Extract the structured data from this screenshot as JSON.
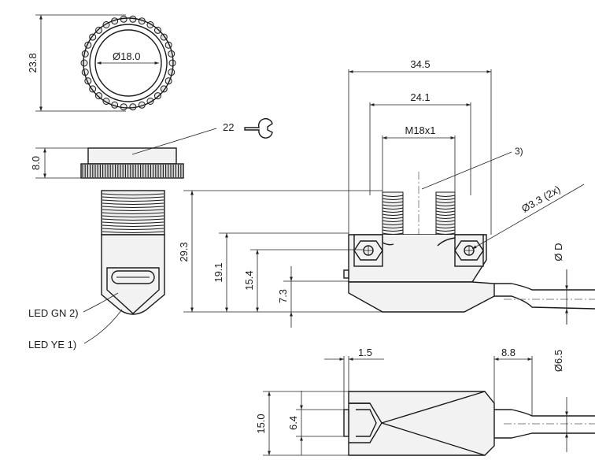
{
  "dimensions": {
    "d_23_8": "23.8",
    "d_18_0": "18.0",
    "d_8_0": "8.0",
    "d_34_5": "34.5",
    "d_24_1": "24.1",
    "d_m18": "M18x1",
    "d_29_3": "29.3",
    "d_19_1": "19.1",
    "d_15_4": "15.4",
    "d_7_3": "7.3",
    "d_3_3": "3.3",
    "d_2x": "(2x)",
    "d_D": "D",
    "d_1_5": "1.5",
    "d_8_8": "8.8",
    "d_6_5": "6.5",
    "d_15_0": "15.0",
    "d_6_4": "6.4"
  },
  "callouts": {
    "c22": "22",
    "c3": "3)",
    "led_gn": "LED GN 2)",
    "led_ye": "LED YE 1)"
  },
  "symbols": {
    "diameter": "Ø"
  }
}
